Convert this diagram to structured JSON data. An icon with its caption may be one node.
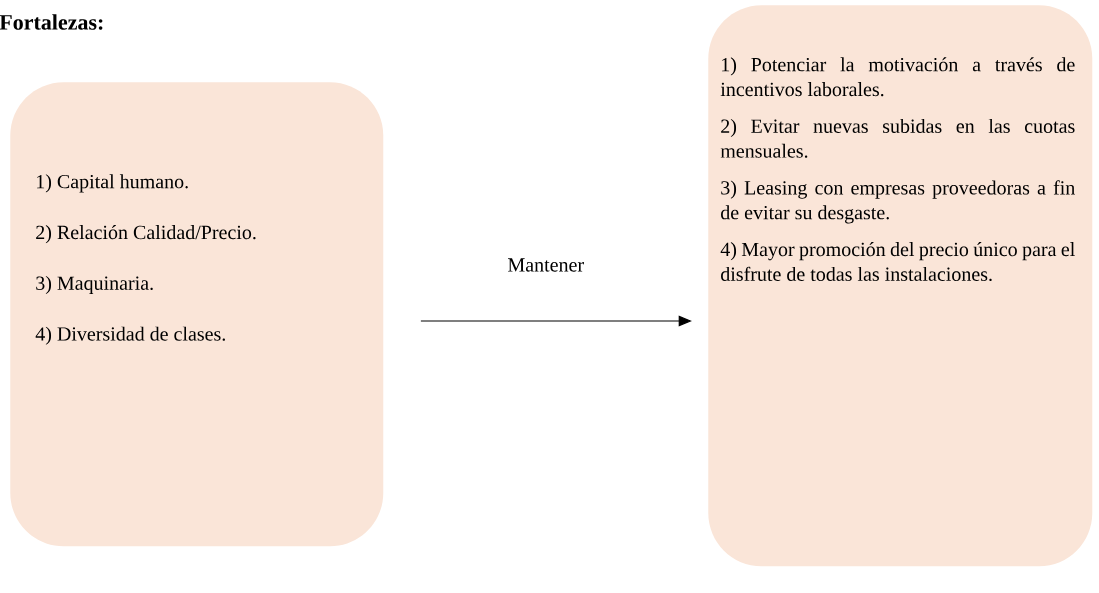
{
  "diagram": {
    "title": "Fortalezas:",
    "nodes": [
      {
        "text": [
          "1) Capital humano.",
          "2) Relación Calidad/Precio.",
          "3) Maquinaria.",
          "4) Diversidad de clases."
        ]
      },
      {
        "text": [
          "1) Potenciar la motivación a través de incentivos laborales.",
          "2) Evitar nuevas subidas en las cuotas mensuales.",
          "3) Leasing con empresas proveedoras a fin de evitar su desgaste.",
          "4) Mayor promoción del precio único para el disfrute de todas las instalaciones."
        ]
      }
    ],
    "edges": [
      {
        "from": 0,
        "to": 1,
        "arrow": "to",
        "label": "Mantener"
      }
    ]
  }
}
